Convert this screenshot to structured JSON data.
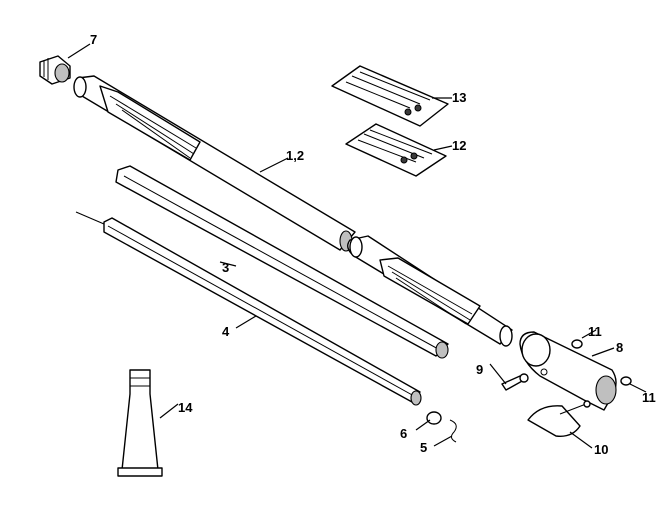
{
  "diagram": {
    "callouts": [
      {
        "id": "c7",
        "text": "7"
      },
      {
        "id": "c13",
        "text": "13"
      },
      {
        "id": "c12",
        "text": "12"
      },
      {
        "id": "c12b",
        "text": "1,2"
      },
      {
        "id": "c3",
        "text": "3"
      },
      {
        "id": "c4",
        "text": "4"
      },
      {
        "id": "c11a",
        "text": "11"
      },
      {
        "id": "c8",
        "text": "8"
      },
      {
        "id": "c9",
        "text": "9"
      },
      {
        "id": "c11b",
        "text": "11"
      },
      {
        "id": "c14",
        "text": "14"
      },
      {
        "id": "c6",
        "text": "6"
      },
      {
        "id": "c5",
        "text": "5"
      },
      {
        "id": "c10",
        "text": "10"
      }
    ]
  }
}
